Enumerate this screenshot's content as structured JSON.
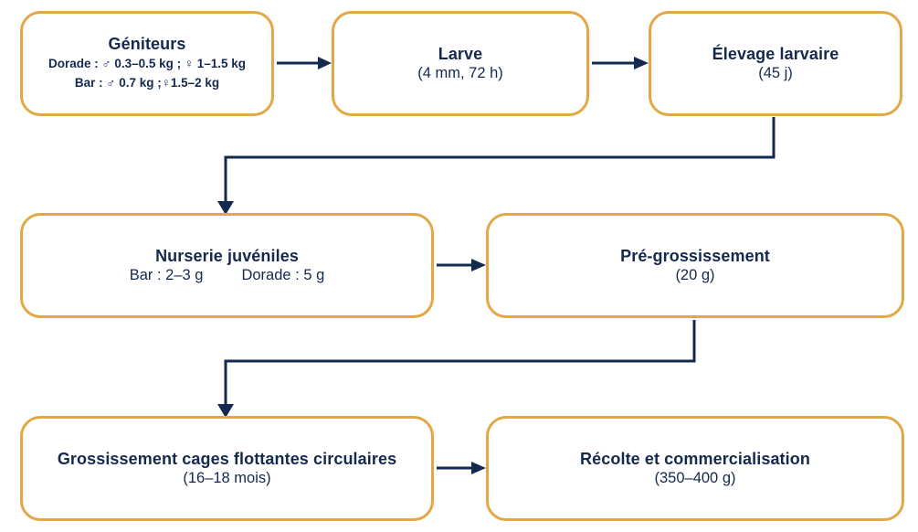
{
  "diagram": {
    "nodes": {
      "geniteurs": {
        "title": "Géniteurs",
        "line1": "Dorade : ♂ 0.3–0.5 kg ; ♀ 1–1.5 kg",
        "line2": "Bar : ♂ 0.7 kg ;♀1.5–2 kg"
      },
      "larve": {
        "title": "Larve",
        "subtitle": "(4 mm, 72 h)"
      },
      "elevage_larvaire": {
        "title": "Élevage larvaire",
        "subtitle": "(45 j)"
      },
      "nurserie": {
        "title": "Nurserie juvéniles",
        "left_value": "Bar : 2–3 g",
        "right_value": "Dorade : 5 g"
      },
      "pre_grossissement": {
        "title": "Pré-grossissement",
        "subtitle": "(20 g)"
      },
      "grossissement": {
        "title": "Grossissement cages flottantes circulaires",
        "subtitle": "(16–18 mois)"
      },
      "recolte": {
        "title": "Récolte et commercialisation",
        "subtitle": "(350–400 g)"
      }
    },
    "colors": {
      "border": "#E3A845",
      "text": "#14294E",
      "arrow": "#14294E",
      "background": "#FFFFFF"
    }
  }
}
